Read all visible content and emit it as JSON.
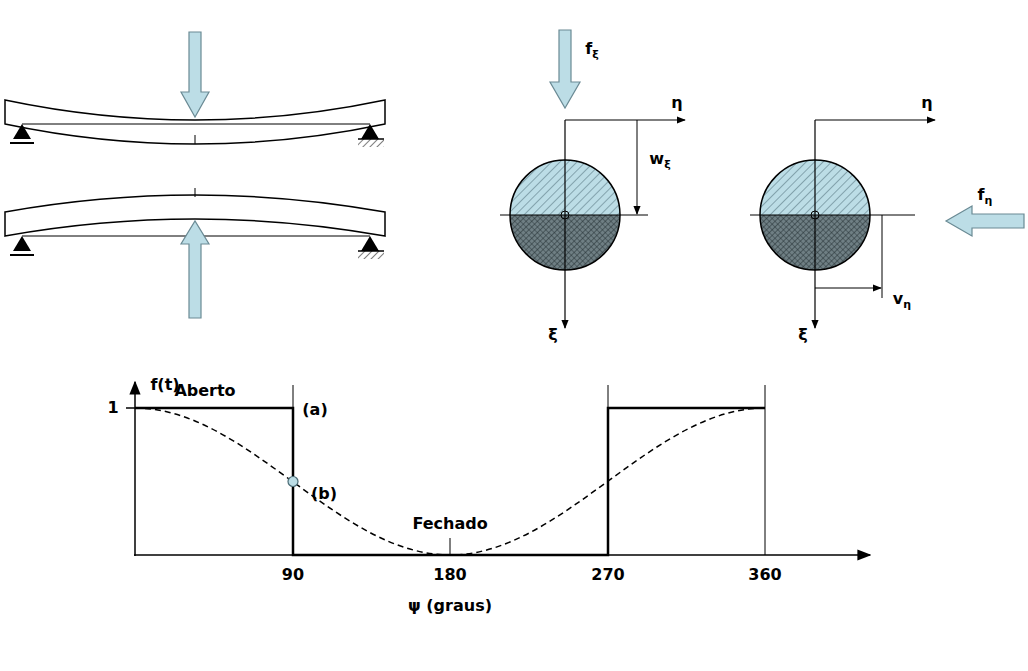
{
  "diagram": {
    "labels": [
      "fξ",
      "η",
      "wξ",
      "ξ",
      "η",
      "fη",
      "vη",
      "ξ",
      "f(t)",
      "1",
      "Aberto",
      "(a)",
      "(b)",
      "Fechado",
      "90",
      "180",
      "270",
      "360",
      "ψ (graus)"
    ]
  }
}
